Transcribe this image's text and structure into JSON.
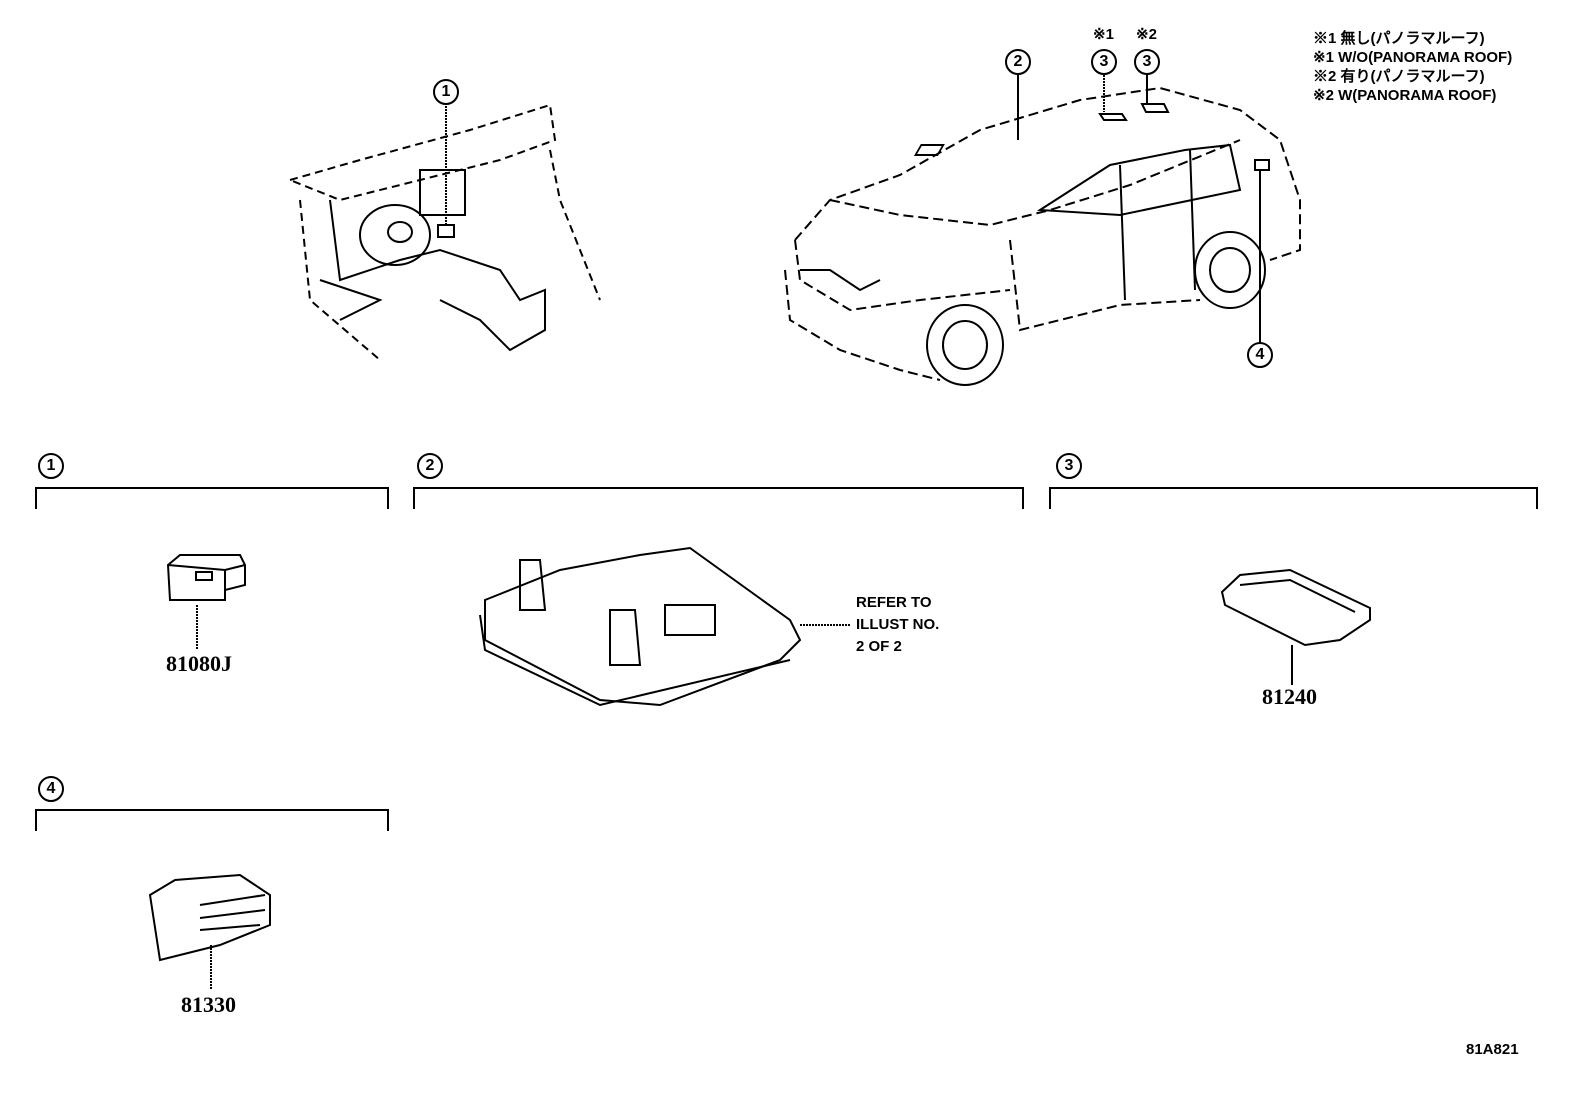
{
  "notes": [
    "※1 無し(パノラマルーフ)",
    "※1 W/O(PANORAMA ROOF)",
    "※2 有り(パノラマルーフ)",
    "※2 W(PANORAMA ROOF)"
  ],
  "callouts": {
    "c1": "1",
    "c2": "2",
    "c3a": "3",
    "c3b": "3",
    "c4": "4",
    "mark1": "※1",
    "mark2": "※2"
  },
  "sections": [
    {
      "label": "1",
      "part_number": "81080J"
    },
    {
      "label": "2",
      "refer_lines": [
        "REFER TO",
        "ILLUST NO.",
        "2 OF 2"
      ]
    },
    {
      "label": "3",
      "part_number": "81240"
    },
    {
      "label": "4",
      "part_number": "81330"
    }
  ],
  "diagram_code": "81A821"
}
